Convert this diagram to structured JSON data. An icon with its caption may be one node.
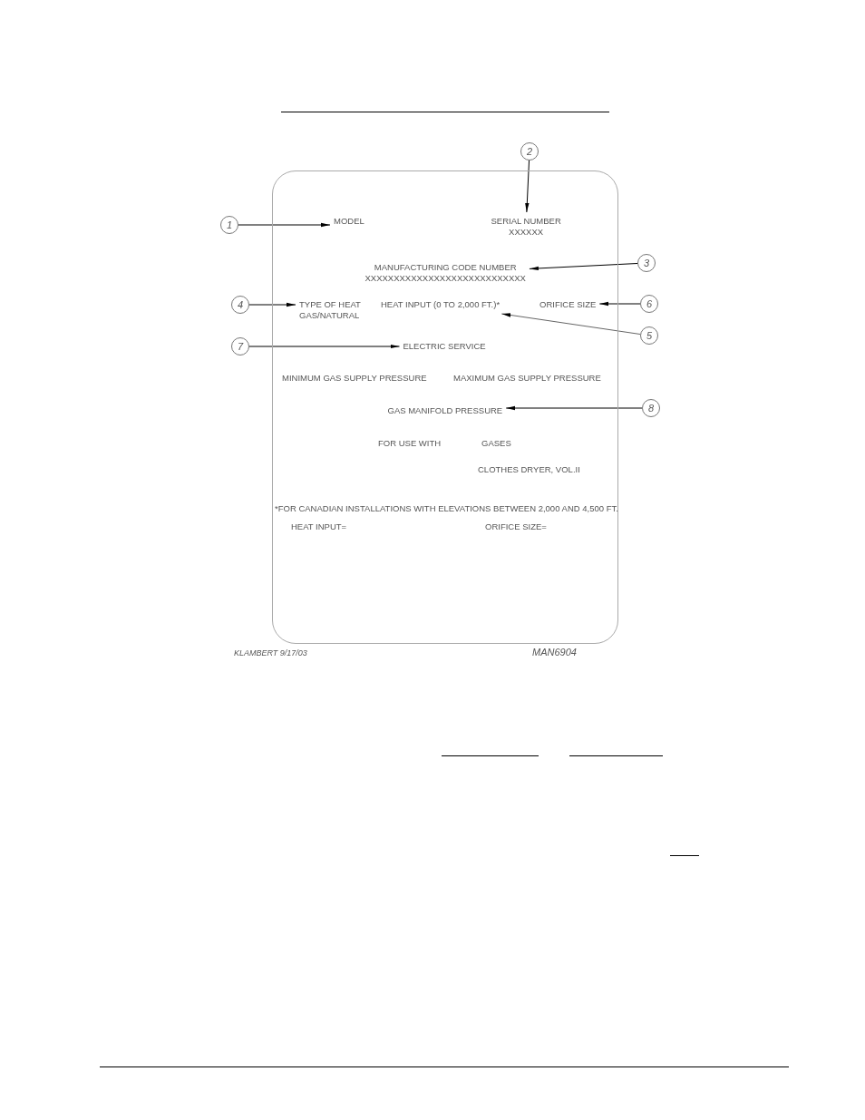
{
  "diagram": {
    "nodes": [
      {
        "text": [],
        "shape": "box"
      },
      {
        "text": [
          "2"
        ]
      },
      {
        "text": [
          "1"
        ]
      },
      {
        "text": [
          "MODEL"
        ],
        "in": 0
      },
      {
        "text": [
          "SERIAL NUMBER",
          "XXXXXX"
        ],
        "in": 0
      },
      {
        "text": [
          "MANUFACTURING CODE NUMBER",
          "XXXXXXXXXXXXXXXXXXXXXXXXXXXX"
        ],
        "in": 0
      },
      {
        "text": [
          "3"
        ]
      },
      {
        "text": [
          "4"
        ]
      },
      {
        "text": [
          "TYPE OF HEAT",
          "GAS/NATURAL"
        ],
        "in": 0
      },
      {
        "text": [
          "HEAT INPUT (0 TO 2,000 FT.)*"
        ],
        "in": 0
      },
      {
        "text": [
          "ORIFICE SIZE"
        ],
        "in": 0
      },
      {
        "text": [
          "6"
        ]
      },
      {
        "text": [
          "5"
        ]
      },
      {
        "text": [
          "7"
        ]
      },
      {
        "text": [
          "ELECTRIC SERVICE"
        ],
        "in": 0
      },
      {
        "text": [
          "GAS MANIFOLD PRESSURE"
        ],
        "in": 0
      },
      {
        "text": [
          "8"
        ]
      }
    ],
    "edges": [
      {
        "from": 1,
        "to": 4,
        "arrow": "to"
      },
      {
        "from": 2,
        "to": 3,
        "arrow": "to"
      },
      {
        "from": 6,
        "to": 5,
        "arrow": "to"
      },
      {
        "from": 7,
        "to": 8,
        "arrow": "to"
      },
      {
        "from": 12,
        "to": 9,
        "arrow": "to",
        "color": "#666666"
      },
      {
        "from": 11,
        "to": 10,
        "arrow": "to"
      },
      {
        "from": 13,
        "to": 14,
        "arrow": "to"
      },
      {
        "from": 16,
        "to": 15,
        "arrow": "to"
      }
    ],
    "labels": [
      "MINIMUM GAS SUPPLY PRESSURE",
      "MAXIMUM GAS SUPPLY PRESSURE",
      "FOR USE WITH",
      "GASES",
      "CLOTHES DRYER, VOL.II",
      "*FOR CANADIAN INSTALLATIONS WITH ELEVATIONS BETWEEN 2,000 AND 4,500 FT.",
      "HEAT INPUT=",
      "ORIFICE SIZE=",
      "KLAMBERT 9/17/03",
      "MAN6904"
    ]
  }
}
